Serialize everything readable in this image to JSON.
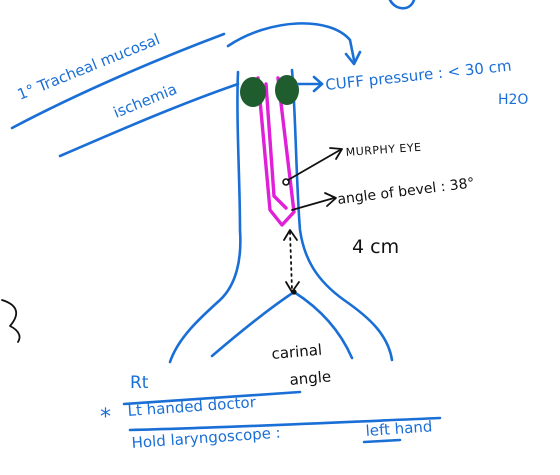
{
  "colors": {
    "ink_blue": "#1a6fd6",
    "ink_black": "#111111",
    "tube_pink": "#e01fd8",
    "cuff_green": "#1f5c2e"
  },
  "labels": {
    "ischemia_line1": "1° Tracheal mucosal",
    "ischemia_line2": "ischemia",
    "cuff_pressure_line1": "CUFF pressure : < 30 cm",
    "cuff_pressure_line2": "H2O",
    "murphy_eye": "MURPHY EYE",
    "bevel_angle": "angle of bevel : 38°",
    "distance": "4 cm",
    "carina_line1": "carinal",
    "carina_line2": "angle",
    "rt": "Rt",
    "asterisk": "*",
    "left_handed": "Lt handed doctor",
    "laryngoscope_prefix": "Hold laryngoscope :",
    "laryngoscope_hand": "left hand"
  }
}
